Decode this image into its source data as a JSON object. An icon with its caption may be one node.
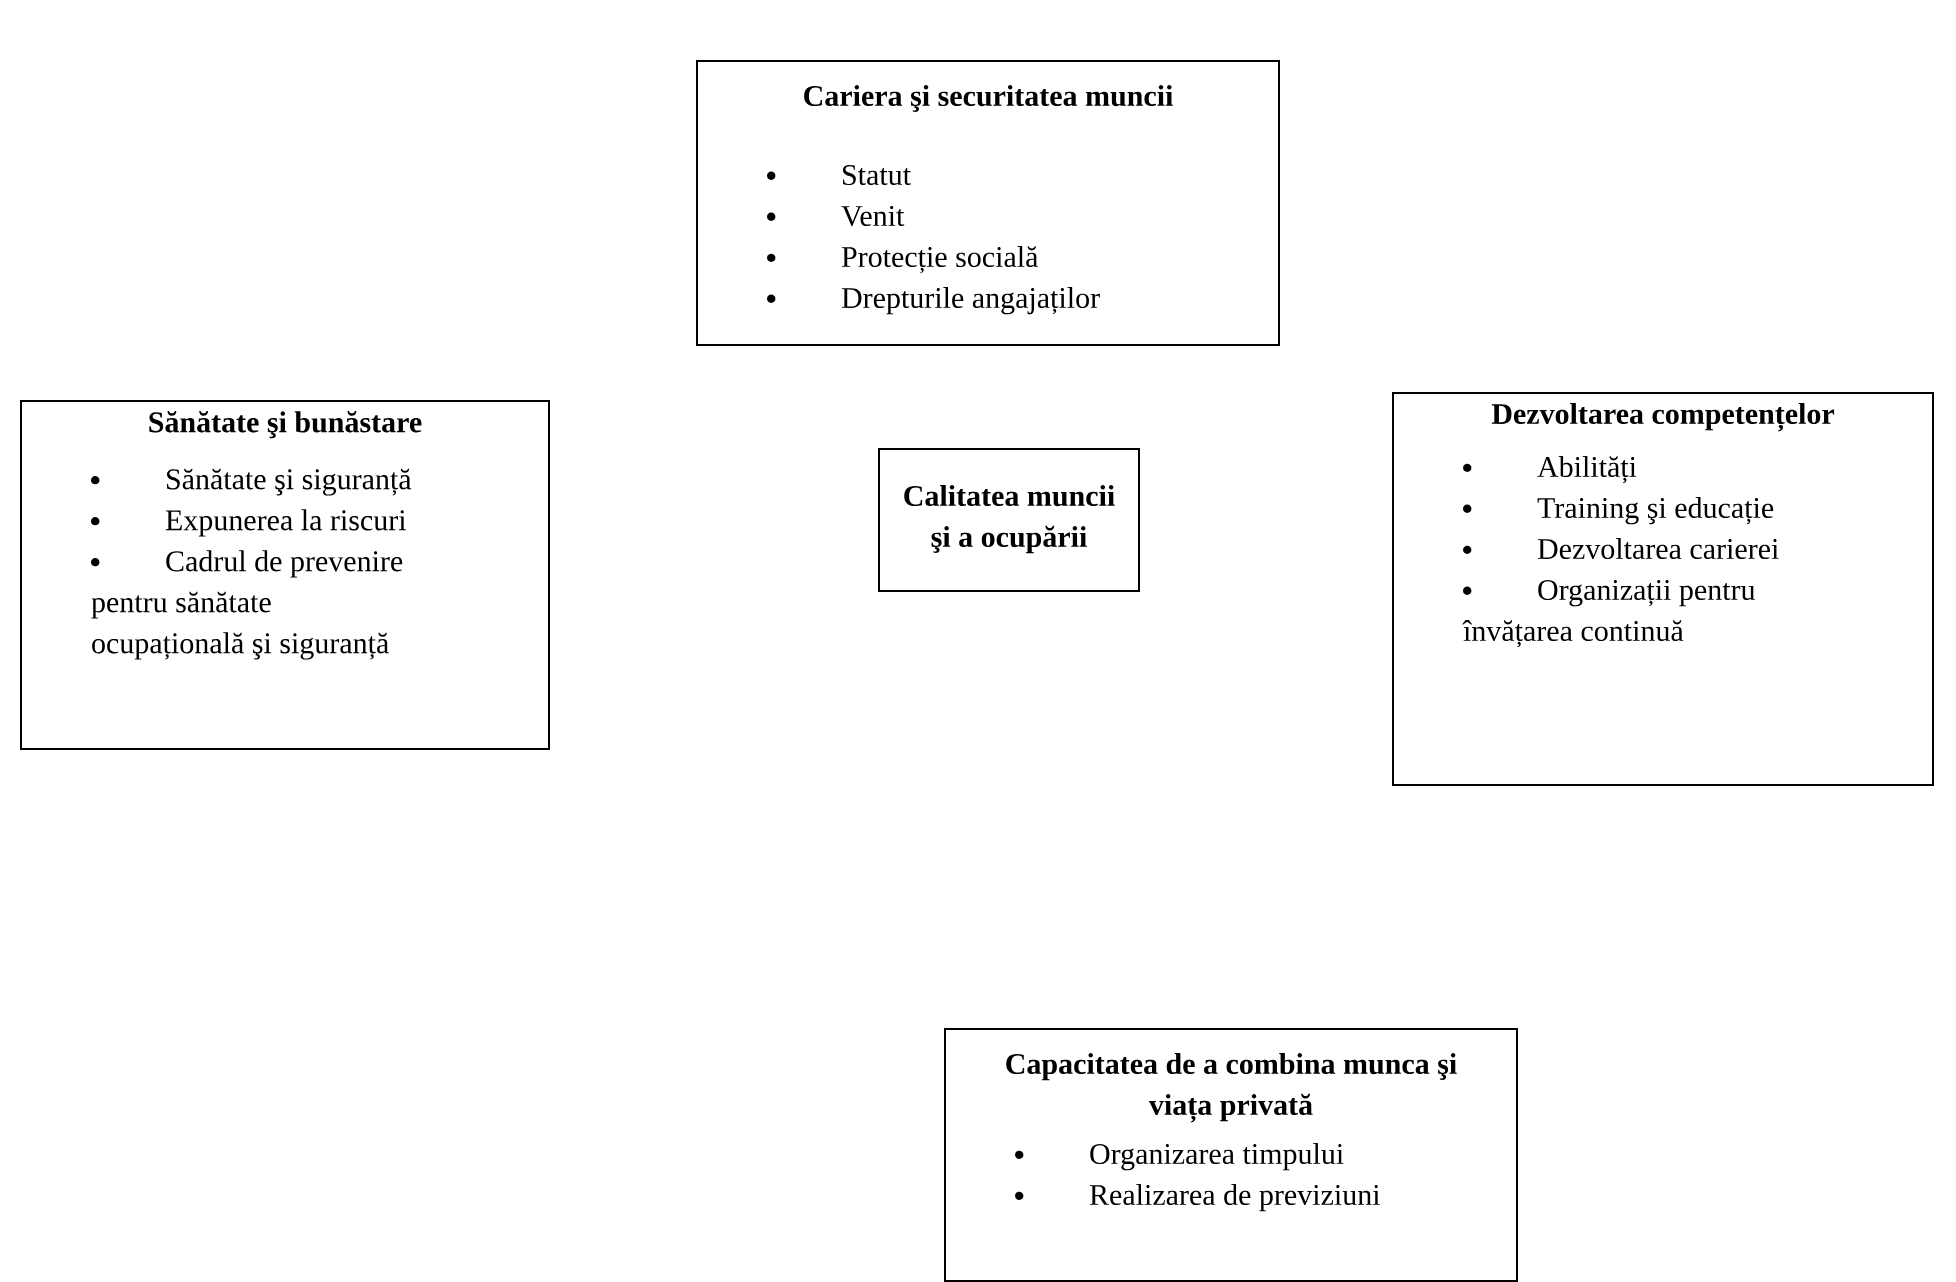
{
  "diagram": {
    "nodes": [
      {
        "text": [
          "Cariera şi securitatea muncii",
          "Statut",
          "Venit",
          "Protecție socială",
          "Drepturile angajaților"
        ]
      },
      {
        "text": [
          "Sănătate şi bunăstare",
          "Sănătate şi siguranță",
          "Expunerea la riscuri",
          "Cadrul de prevenire pentru sănătate ocupațională şi siguranță"
        ]
      },
      {
        "text": [
          "Calitatea muncii şi a ocupării"
        ]
      },
      {
        "text": [
          "Dezvoltarea competențelor",
          "Abilități",
          "Training şi educație",
          "Dezvoltarea carierei",
          "Organizații pentru învățarea continuă"
        ]
      },
      {
        "text": [
          "Capacitatea de a combina munca şi viața privată",
          "Organizarea timpului",
          "Realizarea de previziuni"
        ]
      }
    ]
  }
}
